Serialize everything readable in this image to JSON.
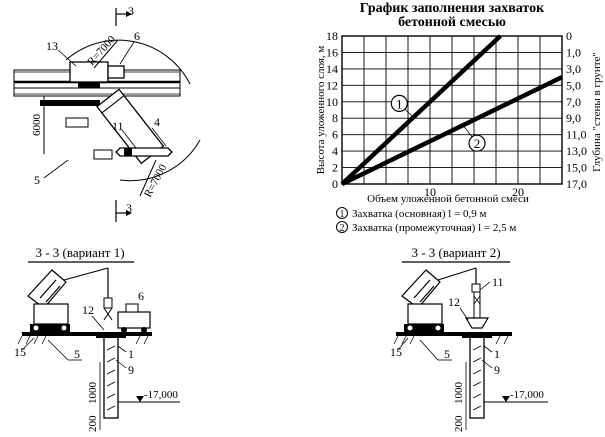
{
  "chart_data": {
    "type": "line",
    "title_line1": "График заполнения захваток",
    "title_line2": "бетонной смесью",
    "xlabel": "Объем уложенной бетонной смеси",
    "ylabel_left": "Высота уложенного слоя, м",
    "ylabel_right": "Глубина \"стены в грунте\"",
    "xlim": [
      0,
      25
    ],
    "ylim": [
      0,
      18
    ],
    "grid": true,
    "x_ticks": [
      "10",
      "20"
    ],
    "y_ticks_left": [
      "0",
      "2",
      "4",
      "6",
      "8",
      "10",
      "12",
      "14",
      "16",
      "18"
    ],
    "y_ticks_right": [
      "0",
      "1,0",
      "3,0",
      "5,0",
      "7,0",
      "9,0",
      "11,0",
      "13,0",
      "15,0",
      "17,0"
    ],
    "series": [
      {
        "marker": "1",
        "x": [
          0,
          18
        ],
        "y": [
          0,
          18
        ]
      },
      {
        "marker": "2",
        "x": [
          0,
          25
        ],
        "y": [
          0,
          13
        ]
      }
    ],
    "legend": [
      {
        "marker": "1",
        "text": "Захватка (основная) l = 0,9 м"
      },
      {
        "marker": "2",
        "text": "Захватка (промежуточная) l = 2,5 м"
      }
    ]
  },
  "plan": {
    "section_mark": "3",
    "callouts": [
      "13",
      "6",
      "11",
      "4",
      "5"
    ],
    "radius_top": "R=7000",
    "radius_bottom": "R=7000",
    "dimension": "6000"
  },
  "section1": {
    "title": "3 - 3 (вариант 1)",
    "callouts": [
      "12",
      "6",
      "15",
      "5",
      "1",
      "9"
    ],
    "level": "-17,000",
    "dim_bottom": "200",
    "dim_top": "1000"
  },
  "section2": {
    "title": "3 - 3 (вариант 2)",
    "callouts": [
      "11",
      "12",
      "15",
      "5",
      "1",
      "9"
    ],
    "level": "-17,000",
    "dim_bottom": "200",
    "dim_top": "1000"
  }
}
